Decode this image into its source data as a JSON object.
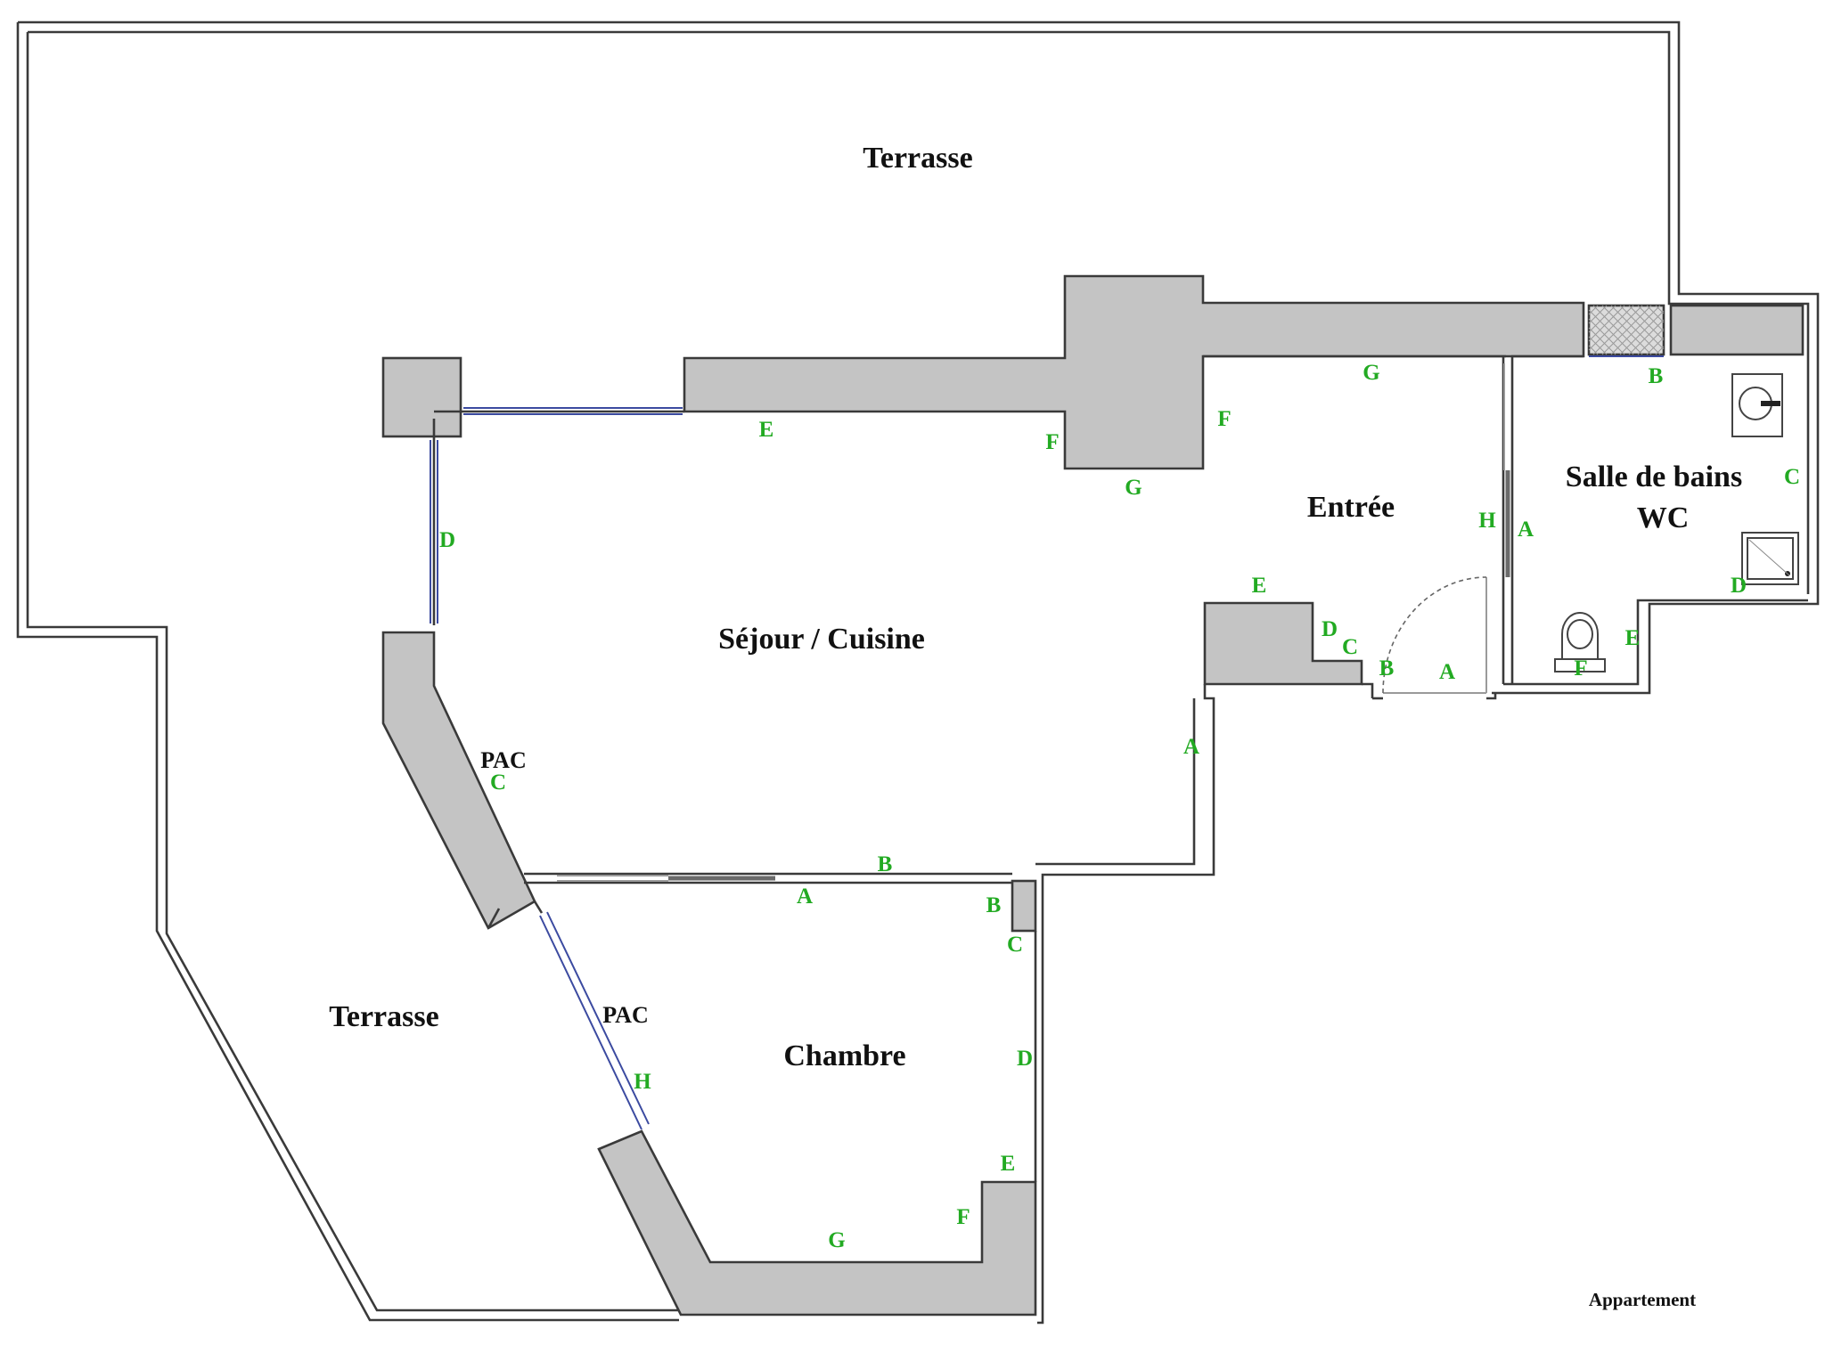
{
  "plan": {
    "footer_label": "Appartement",
    "wall_code_color": "#22aa22",
    "wall_color": "#3a3a3a",
    "pillar_color": "#c4c4c4",
    "window_color": "#3b4aa0",
    "rooms": {
      "terrasse_north": "Terrasse",
      "terrasse_west": "Terrasse",
      "sejour": "Séjour / Cuisine",
      "entree": "Entrée",
      "sdb_line1": "Salle de bains",
      "sdb_line2": "WC",
      "chambre": "Chambre"
    },
    "pac_labels": [
      "PAC",
      "PAC"
    ],
    "wall_codes": {
      "sejour": [
        "A",
        "B",
        "C",
        "D",
        "E",
        "F",
        "G"
      ],
      "entree": [
        "A",
        "B",
        "C",
        "D",
        "E",
        "F",
        "G",
        "H"
      ],
      "sdb": [
        "A",
        "B",
        "C",
        "D",
        "E",
        "F"
      ],
      "chambre": [
        "A",
        "B",
        "C",
        "D",
        "E",
        "F",
        "G",
        "H"
      ]
    },
    "fixtures": [
      "sink-icon",
      "shower-tray-icon",
      "toilet-icon"
    ]
  }
}
